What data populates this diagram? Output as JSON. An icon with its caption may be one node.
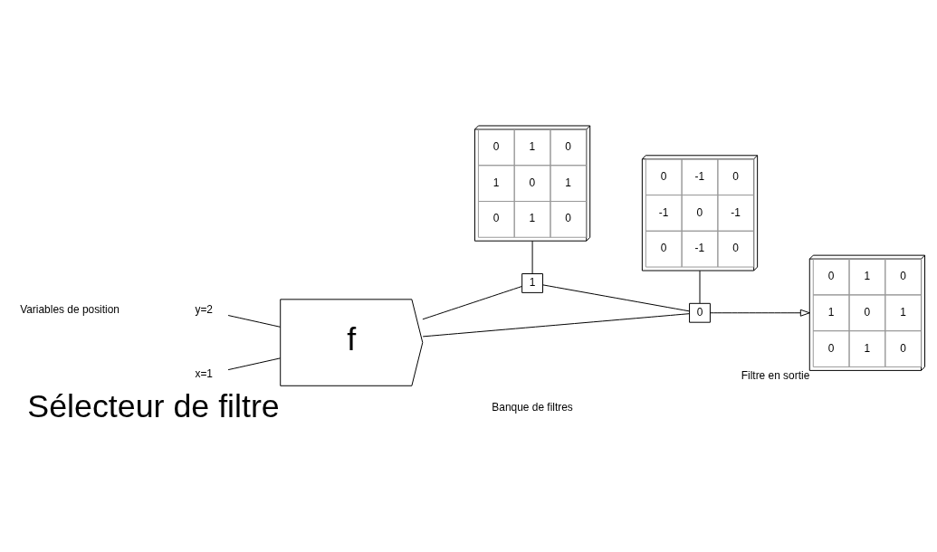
{
  "diagram": {
    "nodes": [
      {
        "text": [
          "0",
          "1",
          "0",
          "1",
          "0",
          "1",
          "0",
          "1",
          "0"
        ]
      },
      {
        "text": [
          "0",
          "-1",
          "0",
          "-1",
          "0",
          "-1",
          "0",
          "-1",
          "0"
        ]
      },
      {
        "text": [
          "f"
        ],
        "beside": [
          "Sélecteur de filtre"
        ]
      },
      {
        "text": [
          "1"
        ]
      },
      {
        "text": [
          "0"
        ]
      },
      {
        "text": [
          "0",
          "1",
          "0",
          "1",
          "0",
          "1",
          "0",
          "1",
          "0"
        ],
        "beside": [
          "Filtre en sortie"
        ]
      },
      {
        "text": [
          "y=2"
        ]
      },
      {
        "text": [
          "x=1"
        ]
      }
    ],
    "edges": [
      {
        "from": 6,
        "to": 2,
        "arrow": "none"
      },
      {
        "from": 7,
        "to": 2,
        "arrow": "none"
      },
      {
        "from": 2,
        "to": 3,
        "arrow": "none"
      },
      {
        "from": 2,
        "to": 4,
        "arrow": "none"
      },
      {
        "from": 0,
        "to": 3,
        "arrow": "none"
      },
      {
        "from": 1,
        "to": 4,
        "arrow": "none"
      },
      {
        "from": 3,
        "to": 4,
        "arrow": "none"
      },
      {
        "from": 4,
        "to": 5,
        "arrow": "to"
      }
    ],
    "labels": [
      "Variables de position",
      "Banque de filtres"
    ]
  }
}
